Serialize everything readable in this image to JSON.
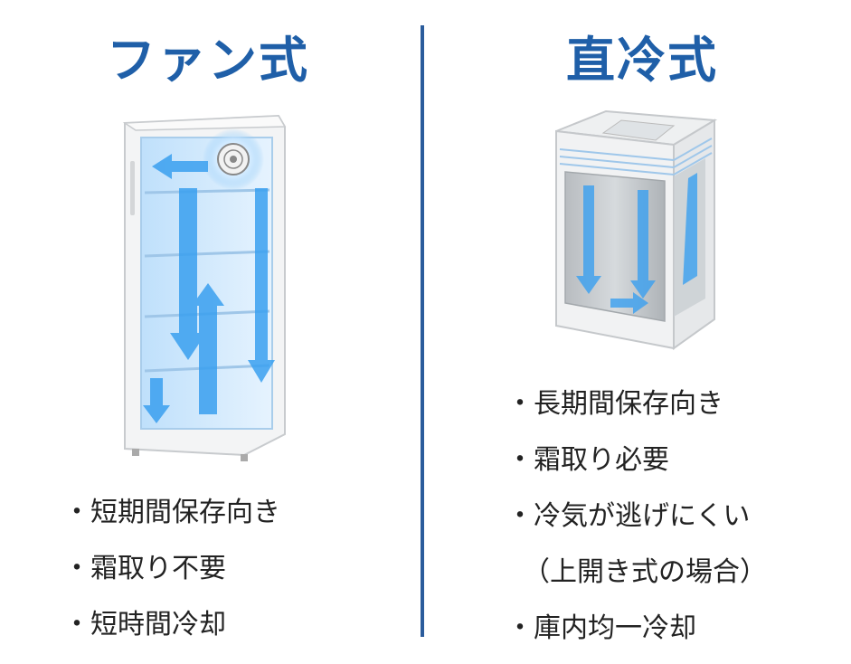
{
  "left": {
    "title": "ファン式",
    "features": [
      "・短期間保存向き",
      "・霜取り不要",
      "・短時間冷却"
    ]
  },
  "right": {
    "title": "直冷式",
    "features": [
      "・長期間保存向き",
      "・霜取り必要",
      "・冷気が逃げにくい",
      "（上開き式の場合）",
      "・庫内均一冷却"
    ]
  },
  "colors": {
    "title": "#1f5fa8",
    "divider": "#2b5c9c",
    "airflow": "#3aa0f0"
  },
  "illustrations": {
    "left": "upright-fan-fridge-illustration",
    "right": "chest-direct-cooling-fridge-illustration"
  }
}
